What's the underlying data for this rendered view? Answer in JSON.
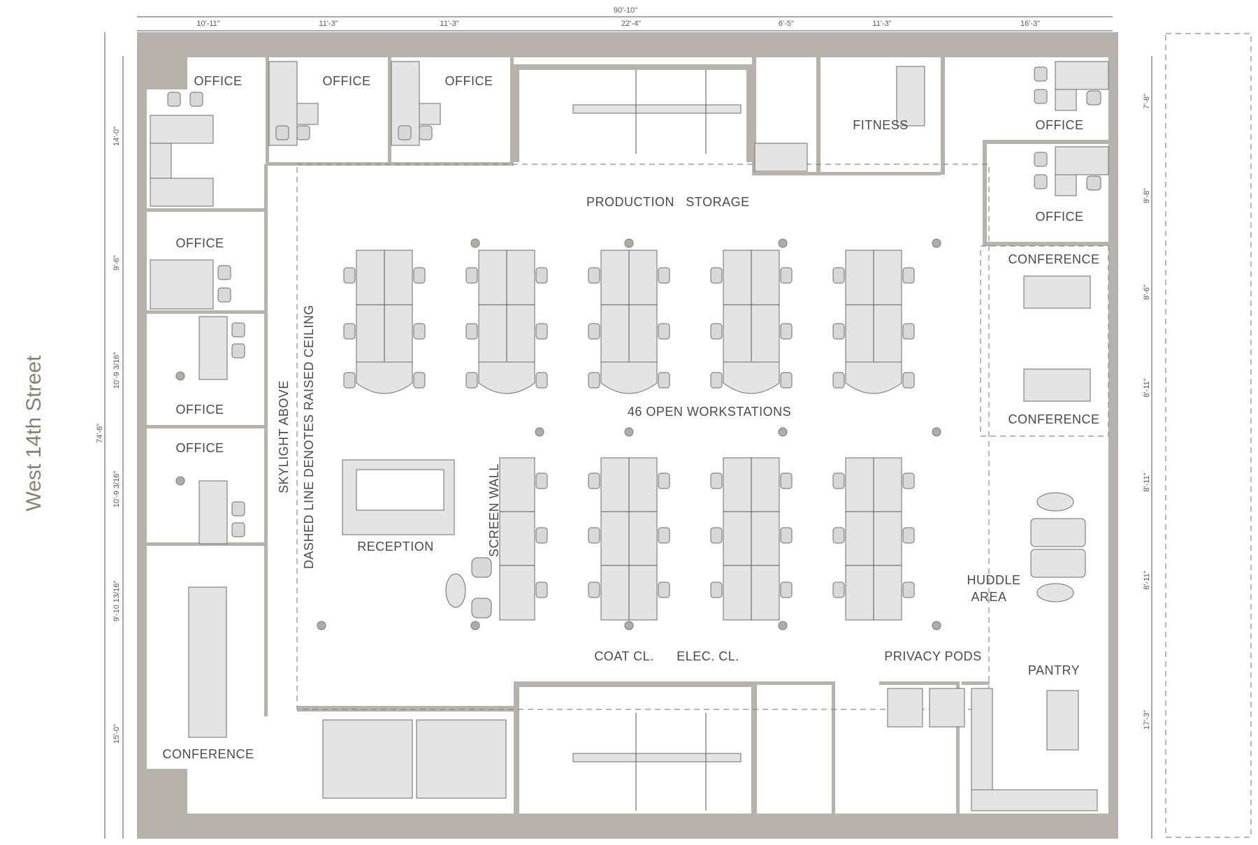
{
  "street": "West 14th Street",
  "dimensions": {
    "top_total": "90'-10\"",
    "top": [
      "10'-11\"",
      "11'-3\"",
      "11'-3\"",
      "22'-4\"",
      "6'-5\"",
      "11'-3\"",
      "16'-3\""
    ],
    "left_total": "74'-6\"",
    "left": [
      "14'-0\"",
      "9'-6\"",
      "10'-9 3/16\"",
      "10'-9 3/16\"",
      "9'-10 13/16\"",
      "15'-0\""
    ],
    "right": [
      "7'-8\"",
      "9'-8\"",
      "8'-6\"",
      "8'-11\"",
      "8'-11\"",
      "8'-11\"",
      "17'-3\""
    ]
  },
  "rooms": {
    "office1": "OFFICE",
    "office2": "OFFICE",
    "office3": "OFFICE",
    "office_left2": "OFFICE",
    "office_left3": "OFFICE",
    "office_left4": "OFFICE",
    "office_right1": "OFFICE",
    "office_right2": "OFFICE",
    "fitness": "FITNESS",
    "production": "PRODUCTION",
    "storage": "STORAGE",
    "conference_right1": "CONFERENCE",
    "conference_right2": "CONFERENCE",
    "conference_left": "CONFERENCE",
    "workstations": "46  OPEN  WORKSTATIONS",
    "reception": "RECEPTION",
    "screen_wall": "SCREEN  WALL",
    "skylight_1": "SKYLIGHT  ABOVE",
    "skylight_2": "DASHED  LINE  DENOTES  RAISED  CEILING",
    "huddle_1": "HUDDLE",
    "huddle_2": "AREA",
    "pantry": "PANTRY",
    "privacy_pods": "PRIVACY  PODS",
    "coat_closet": "COAT  CL.",
    "elec_closet": "ELEC.  CL."
  }
}
